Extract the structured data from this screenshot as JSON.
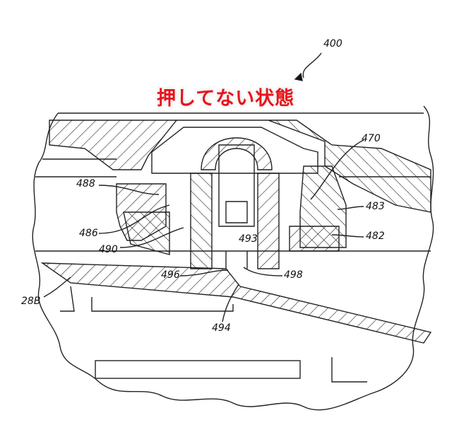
{
  "figure": {
    "caption_state": "押してない状態",
    "state_color": "#e8141c",
    "reference_numerals": {
      "r400": "400",
      "r470": "470",
      "r488": "488",
      "r483": "483",
      "r486": "486",
      "r482": "482",
      "r490": "490",
      "r493": "493",
      "r496": "496",
      "r498": "498",
      "r494": "494",
      "r28b": "28B"
    }
  }
}
